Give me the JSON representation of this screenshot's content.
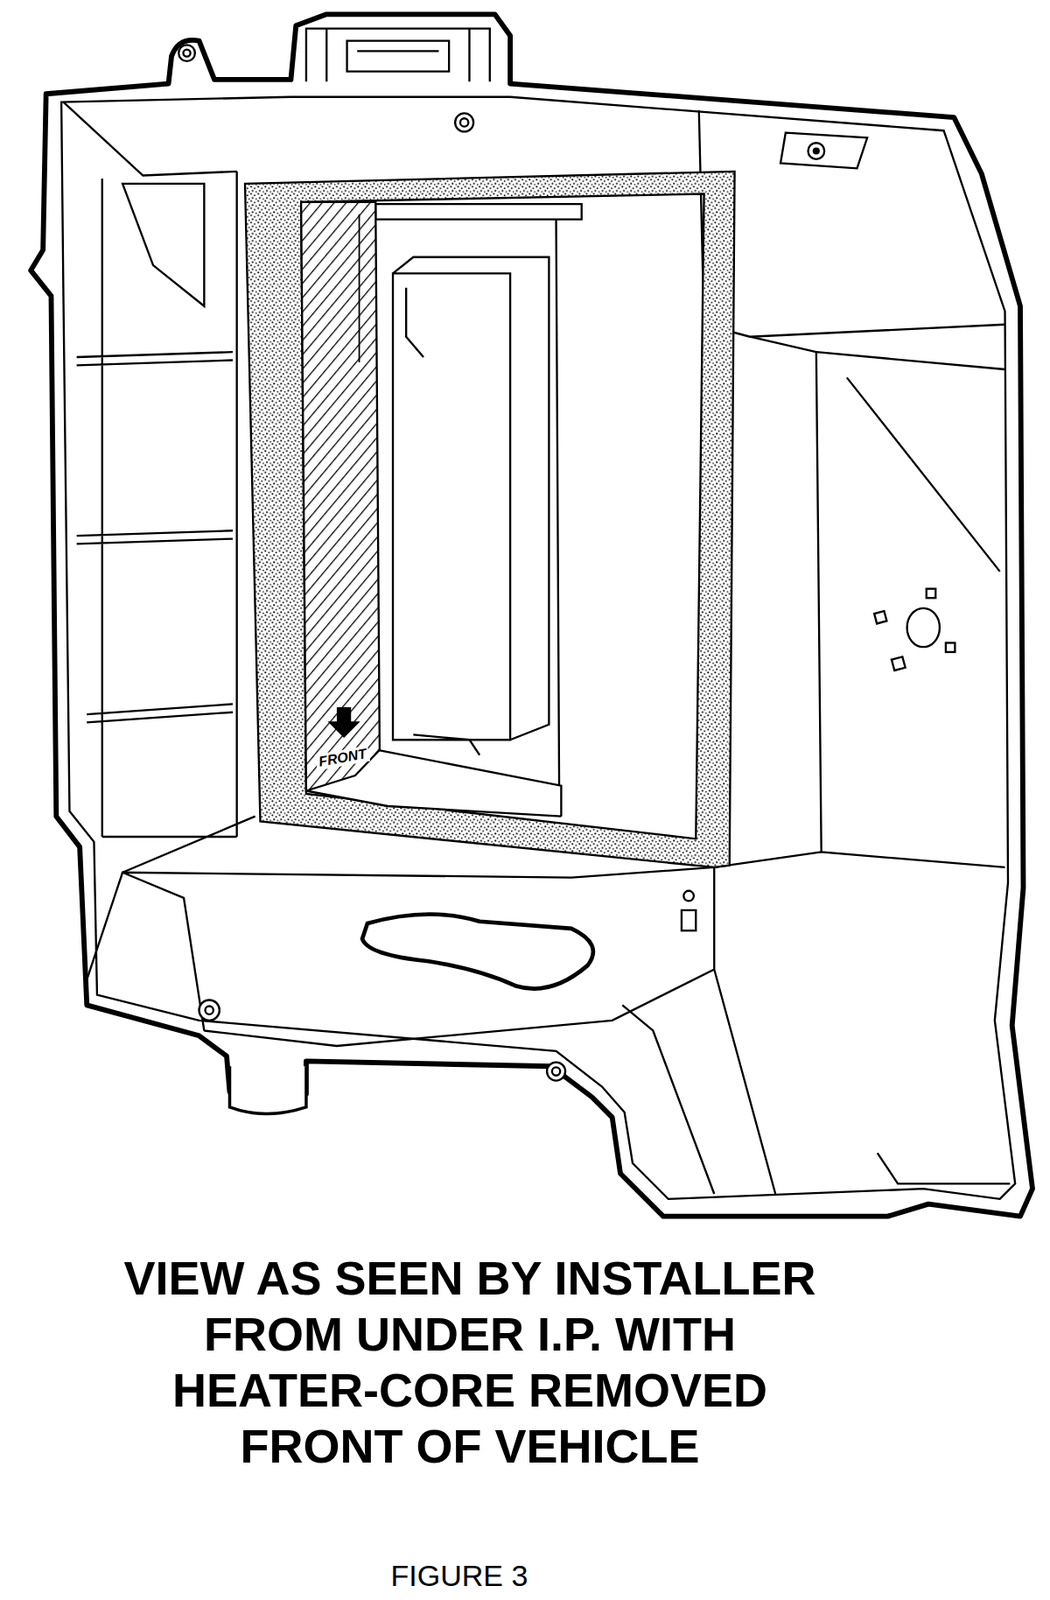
{
  "diagram": {
    "caption": "VIEW AS SEEN BY INSTALLER FROM UNDER I.P. WITH HEATER-CORE REMOVED FRONT OF VEHICLE",
    "labels": [
      "FRONT",
      "FIGURE 3"
    ]
  }
}
